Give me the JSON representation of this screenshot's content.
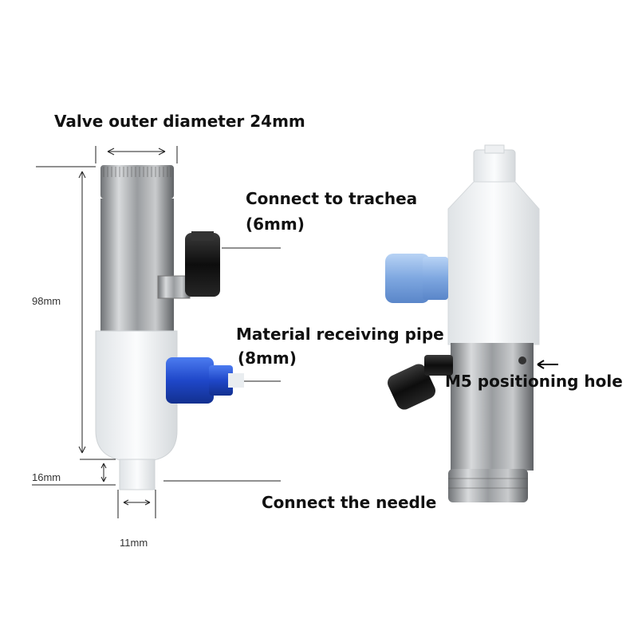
{
  "labels": {
    "valve_diameter": "Valve outer diameter 24mm",
    "trachea_line1": "Connect to trachea",
    "trachea_line2": "(6mm)",
    "material_line1": "Material receiving pipe",
    "material_line2": "(8mm)",
    "m5_hole": "M5 positioning hole",
    "needle": "Connect the needle"
  },
  "dimensions": {
    "height_98": "98mm",
    "height_16": "16mm",
    "width_11": "11mm"
  },
  "colors": {
    "steel": "#b9bcbf",
    "plastic": "#f4f6f8",
    "blue_fitting": "#2a55d9",
    "light_blue_fitting": "#8fb6e8",
    "black_fitting": "#151515"
  }
}
